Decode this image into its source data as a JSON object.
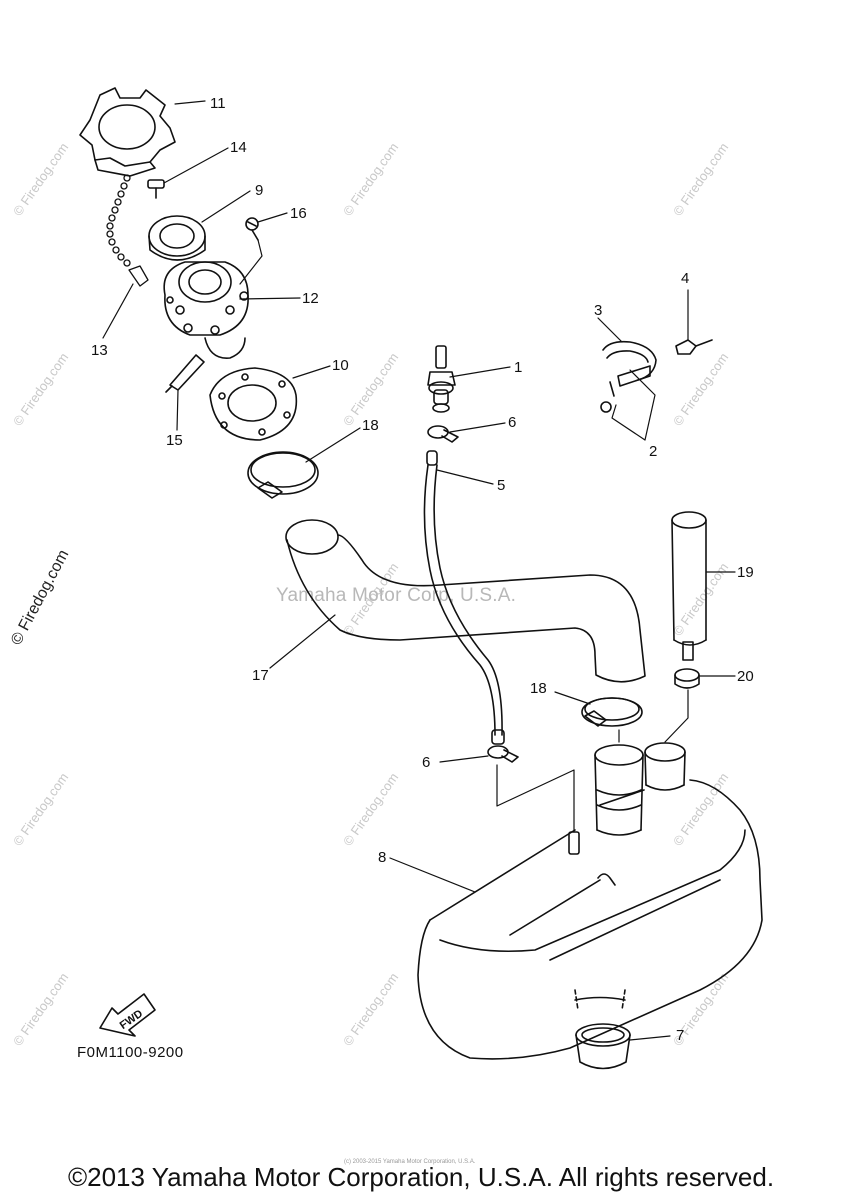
{
  "callouts": [
    {
      "id": "c1",
      "label": "1"
    },
    {
      "id": "c2",
      "label": "2"
    },
    {
      "id": "c3",
      "label": "3"
    },
    {
      "id": "c4",
      "label": "4"
    },
    {
      "id": "c5",
      "label": "5"
    },
    {
      "id": "c6a",
      "label": "6"
    },
    {
      "id": "c6b",
      "label": "6"
    },
    {
      "id": "c7",
      "label": "7"
    },
    {
      "id": "c8",
      "label": "8"
    },
    {
      "id": "c9",
      "label": "9"
    },
    {
      "id": "c10",
      "label": "10"
    },
    {
      "id": "c11",
      "label": "11"
    },
    {
      "id": "c12",
      "label": "12"
    },
    {
      "id": "c13",
      "label": "13"
    },
    {
      "id": "c14",
      "label": "14"
    },
    {
      "id": "c15",
      "label": "15"
    },
    {
      "id": "c16",
      "label": "16"
    },
    {
      "id": "c17",
      "label": "17"
    },
    {
      "id": "c18a",
      "label": "18"
    },
    {
      "id": "c18b",
      "label": "18"
    },
    {
      "id": "c19",
      "label": "19"
    },
    {
      "id": "c20",
      "label": "20"
    }
  ],
  "watermark": "© Firedog.com",
  "center_watermark": "Yamaha Motor Corp, U.S.A.",
  "fwd_label": "FWD",
  "diagram_code": "F0M1100-9200",
  "tiny_copyright": "(c) 2003-2015 Yamaha Motor Corporation, U.S.A.",
  "footer": "©2013 Yamaha Motor Corporation, U.S.A. All rights reserved."
}
